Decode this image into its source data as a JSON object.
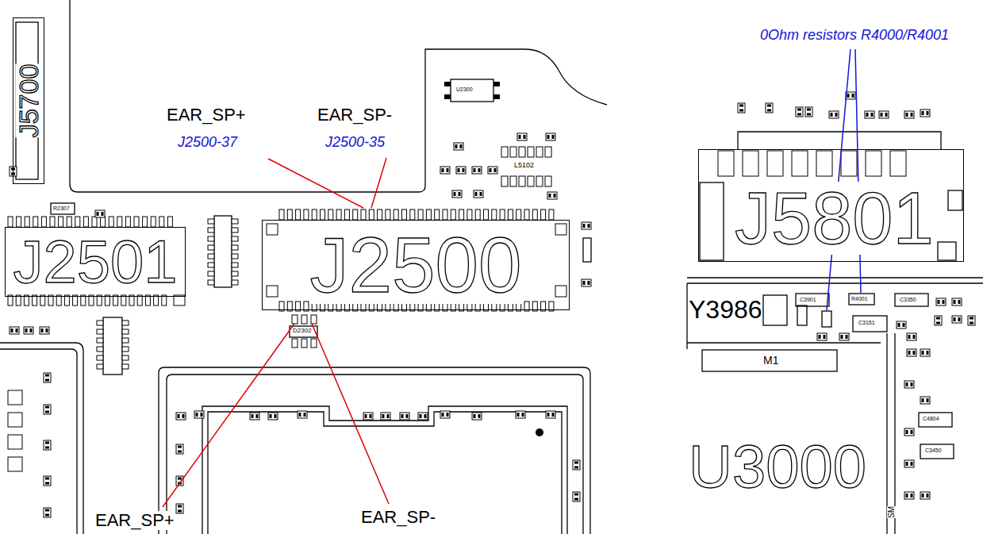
{
  "diagram": {
    "nodes": [
      {
        "text": [
          "J5700"
        ]
      },
      {
        "text": [
          "J2500"
        ]
      },
      {
        "text": [
          "J2501"
        ]
      },
      {
        "text": [
          "J5801"
        ]
      }
    ],
    "labels": [
      "EAR_SP+",
      "J2500-37",
      "EAR_SP-",
      "J2500-35",
      "U2300",
      "L5102",
      "R2307",
      "D2302",
      "EAR_SP+",
      "EAR_SP-",
      "0Ohm resistors R4000/R4001",
      "C3901",
      "R4001",
      "C3350",
      "Y3986",
      "C3151",
      "M1",
      "U3000",
      "C4804",
      "C3450",
      "SM"
    ]
  }
}
